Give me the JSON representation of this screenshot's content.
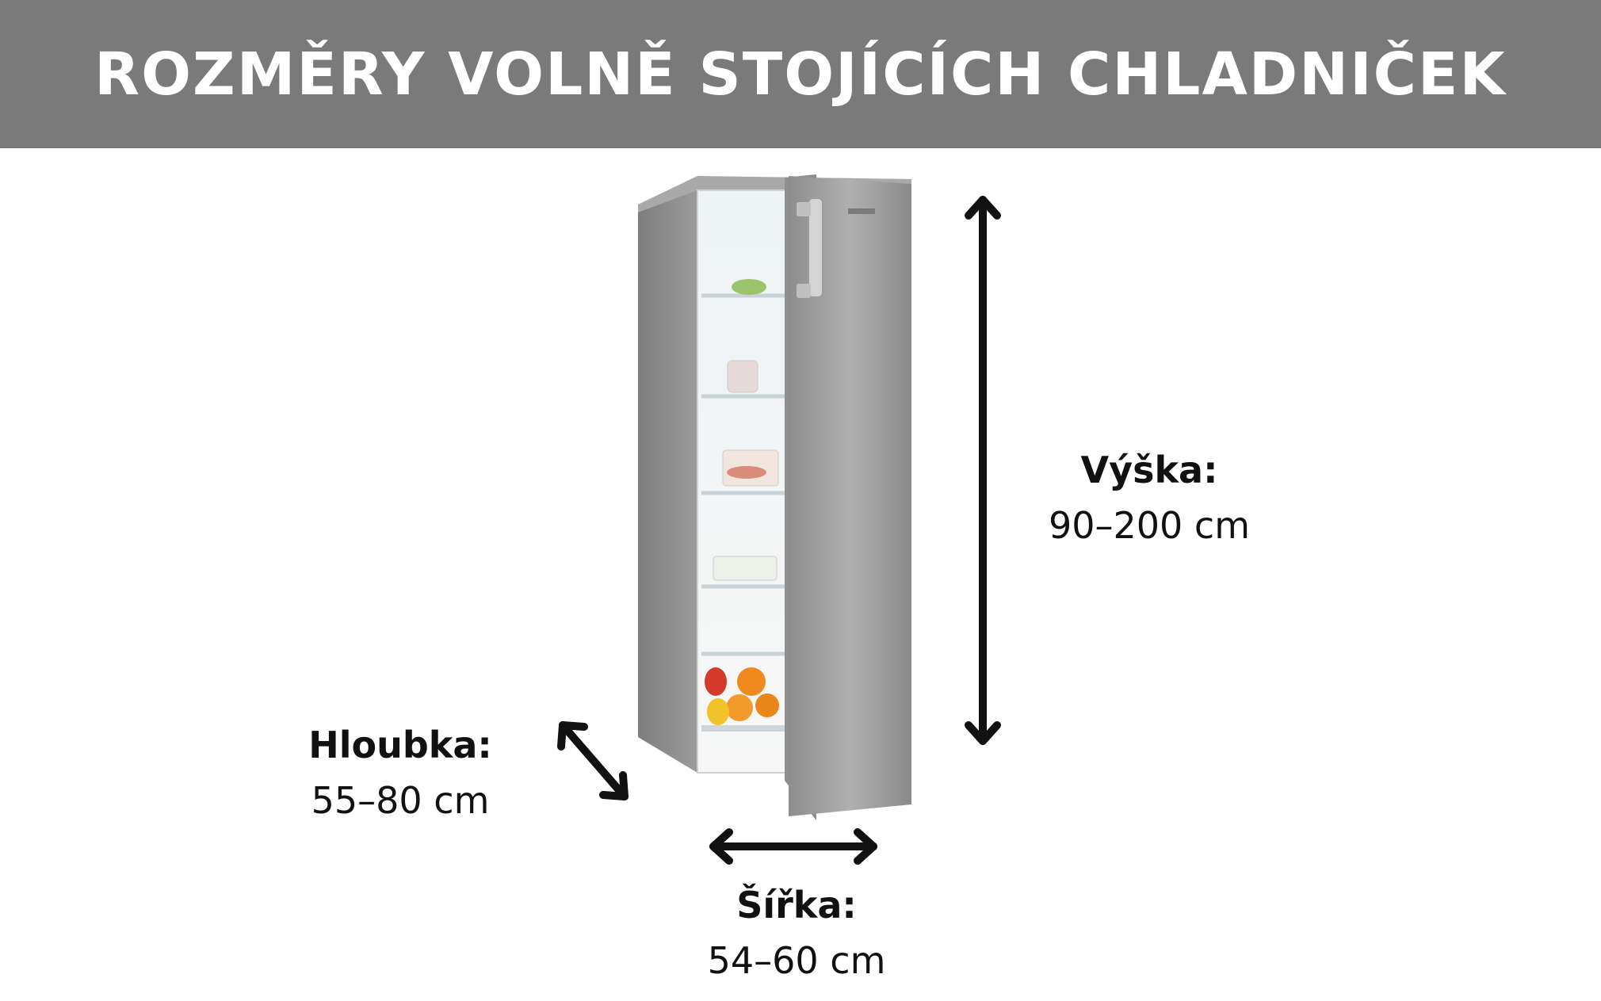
{
  "title": "ROZMĚRY VOLNĚ STOJÍCÍCH CHLADNIČEK",
  "dimensions": {
    "height": {
      "label": "Výška:",
      "value": "90–200 cm"
    },
    "depth": {
      "label": "Hloubka:",
      "value": "55–80 cm"
    },
    "width": {
      "label": "Šířka:",
      "value": "54–60 cm"
    }
  },
  "colors": {
    "banner": "#7a7a7a",
    "arrow": "#111111",
    "fridge_steel": "#9a9a9a"
  },
  "icons": [
    "height-arrow-icon",
    "depth-arrow-icon",
    "width-arrow-icon",
    "fridge-image"
  ]
}
